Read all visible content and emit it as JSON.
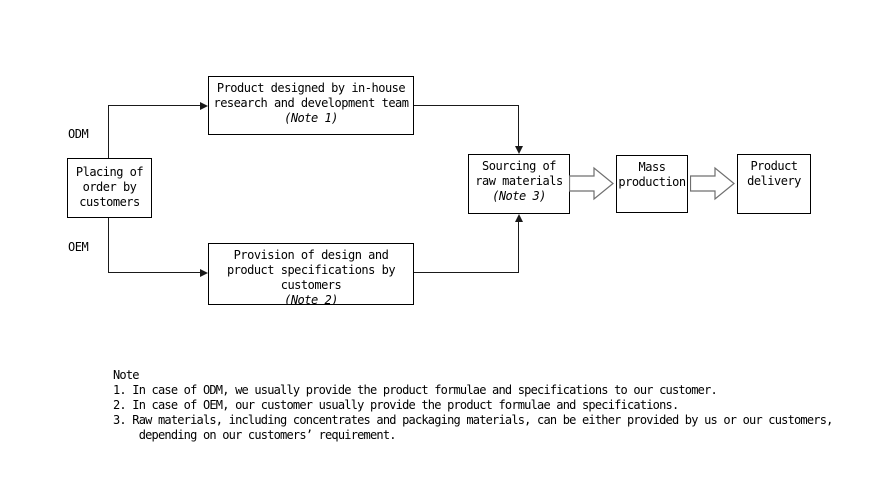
{
  "flow": {
    "odm_label": "ODM",
    "oem_label": "OEM",
    "boxes": {
      "placing": {
        "lines": [
          "Placing of",
          "order by",
          "customers"
        ]
      },
      "inhouse": {
        "lines": [
          "Product designed by in-house",
          "research and development team",
          "(Note 1)"
        ]
      },
      "provision": {
        "lines": [
          "Provision of design and",
          "product specifications by",
          "customers",
          "(Note 2)"
        ]
      },
      "sourcing": {
        "lines": [
          "Sourcing of",
          "raw materials",
          "(Note 3)"
        ]
      },
      "mass": {
        "lines": [
          "Mass",
          "production"
        ]
      },
      "delivery": {
        "lines": [
          "Product",
          "delivery"
        ]
      }
    }
  },
  "notes": {
    "title": "Note",
    "lines": [
      "1. In case of ODM, we usually provide the product formulae and specifications to our customer.",
      "2. In case of OEM, our customer usually provide the product formulae and specifications.",
      "3. Raw materials, including concentrates and packaging materials, can be either provided by us or our customers,",
      "    depending on our customers’ requirement."
    ]
  },
  "colors": {
    "background": "#ffffff",
    "box_border": "#000000",
    "connector_line": "#1a1a1a",
    "block_arrow_outline": "#6f6f6f",
    "block_arrow_fill": "#ffffff"
  }
}
